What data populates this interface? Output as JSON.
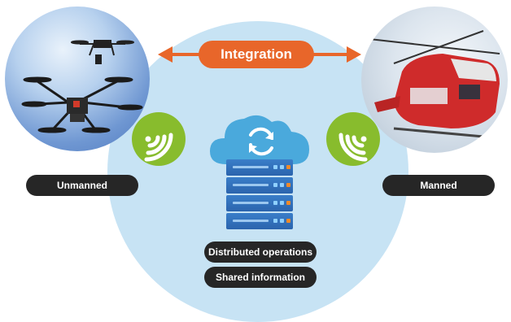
{
  "integration_label": "Integration",
  "left_label": "Unmanned",
  "right_label": "Manned",
  "center_labels": [
    "Distributed operations",
    "Shared information"
  ],
  "colors": {
    "accent_orange": "#e8662a",
    "signal_green": "#88bc2d",
    "cloud_blue": "#4aa9dc",
    "server_blue": "#2f6fbb",
    "background_circle": "#c7e3f4",
    "pill_dark": "#262626"
  },
  "icons": [
    "drone-photo",
    "helicopter-photo",
    "wifi-signal-icon",
    "cloud-sync-icon",
    "server-rack-icon"
  ]
}
